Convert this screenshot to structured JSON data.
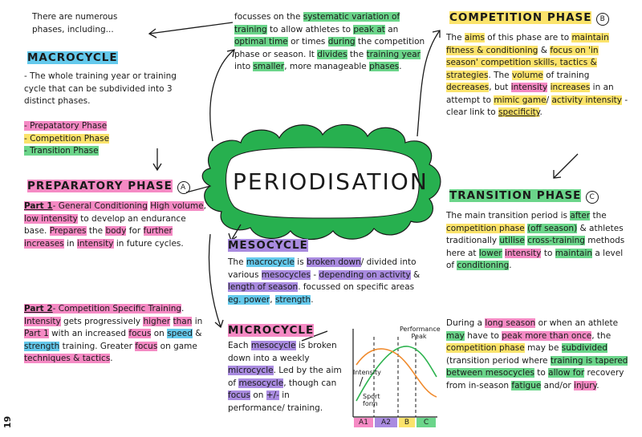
{
  "page_number": "19",
  "intro": "There are numerous phases, including...",
  "title": "PERIODISATION",
  "macrocycle": {
    "heading": "MACROCYCLE",
    "body": "- The whole training year or training cycle that can be subdivided into 3 distinct phases.",
    "phases": [
      "- Prepatatory Phase",
      "- Competition Phase",
      "- Transition Phase"
    ]
  },
  "top_center": {
    "line1_a": "focusses on the ",
    "line1_b": "systematic variation of training",
    "line1_c": " to allow athletes to ",
    "line1_d": "peak at",
    "line2_a": "an ",
    "line2_b": "optimal time",
    "line2_c": " or times ",
    "line2_d": "during",
    "line2_e": " the competition phase or season.",
    "line3_a": "It ",
    "line3_b": "divides",
    "line3_c": " the ",
    "line3_d": "training year",
    "line3_e": " into ",
    "line3_f": "smaller",
    "line3_g": ", more manageable ",
    "line3_h": "phases",
    "line3_i": "."
  },
  "preparatory": {
    "heading": "PREPARATORY PHASE",
    "badge": "A",
    "part1_label": "Part 1",
    "part1_a": "- General Conditioning",
    "part1_b": "High volume",
    "part1_c": ", ",
    "part1_d": "low intensity",
    "part1_e": " to develop an endurance base. ",
    "part1_f": "Prepares",
    "part1_g": " the ",
    "part1_h": "body",
    "part1_i": " for ",
    "part1_j": "further increases",
    "part1_k": " in ",
    "part1_l": "intensity",
    "part1_m": " in future cycles.",
    "part2_label": "Part 2",
    "part2_a": "- Competition Specific Training",
    "part2_b": ". ",
    "part2_c": "Intensity",
    "part2_d": " gets progressively ",
    "part2_e": "higher",
    "part2_f": " ",
    "part2_g": "than",
    "part2_h": " in ",
    "part2_i": "Part 1",
    "part2_j": " with an increased ",
    "part2_k": "focus",
    "part2_l": " on ",
    "part2_m": "speed",
    "part2_n": " & ",
    "part2_o": "strength",
    "part2_p": " training. Greater ",
    "part2_q": "focus",
    "part2_r": " on game ",
    "part2_s": "techniques & tactics",
    "part2_t": "."
  },
  "mesocycle": {
    "heading": "MESOCYCLE",
    "a": "The ",
    "b": "macrocycle",
    "c": " is ",
    "d": "broken down",
    "e": "/ divided into various ",
    "f": "mesocycles",
    "g": " - ",
    "h": "depending on activity",
    "i": " & ",
    "j": "length of season",
    "k": ". focussed on specific areas ",
    "l": "eg. power",
    "m": ", ",
    "n": "strength",
    "o": "."
  },
  "microcycle": {
    "heading": "MICROCYCLE",
    "a": "Each ",
    "b": "mesocycle",
    "c": " is broken down into a weekly ",
    "d": "microcycle",
    "e": ". Led by the aim of ",
    "f": "mesocycle",
    "g": ", though can ",
    "h": "focus",
    "i": " on ",
    "j": "+/-",
    "k": " in performance/ training."
  },
  "graph": {
    "peak_label": "Performance Peak",
    "intensity_label": "Intensity",
    "sport_form_label": "Sport form",
    "phase_labels": [
      "A1",
      "A2",
      "B",
      "C"
    ]
  },
  "competition": {
    "heading": "COMPETITION PHASE",
    "badge": "B",
    "a": "The ",
    "b": "aims",
    "c": " of this phase are to ",
    "d": "maintain fitness & conditioning",
    "e": " & ",
    "f": "focus on 'in season' competition skills, tactics & strategies",
    "g": ". The ",
    "h": "volume",
    "i": " of training ",
    "j": "decreases",
    "k": ", but ",
    "l": "intensity",
    "m": " ",
    "n": "increases",
    "o": " in an attempt to ",
    "p": "mimic game",
    "q": "/ ",
    "r": "activity intensity",
    "s": " - clear link to ",
    "t": "specificity",
    "u": "."
  },
  "transition": {
    "heading": "TRANSITION PHASE",
    "badge": "C",
    "a": "The main transition period is ",
    "b": "after",
    "c": " the ",
    "d": "competition phase",
    "e": " ",
    "f": "(off season)",
    "g": " & athletes traditionally ",
    "h": "utilise",
    "i": " ",
    "j": "cross-training",
    "k": " methods here at ",
    "l": "lower",
    "m": " ",
    "n": "intensity",
    "o": " to ",
    "p": "maintain",
    "q": " a level of ",
    "r": "conditioning",
    "s": ".",
    "p2_a": "During a ",
    "p2_b": "long season",
    "p2_c": " or when an athlete ",
    "p2_d": "may",
    "p2_e": " have to ",
    "p2_f": "peak more than once",
    "p2_g": ", the ",
    "p2_h": "competition phase",
    "p2_i": " may be ",
    "p2_j": "subdivided",
    "p2_k": " (transition period where ",
    "p2_l": "training is tapered between mesocycles",
    "p2_m": " to ",
    "p2_n": "allow for",
    "p2_o": " recovery from in-season ",
    "p2_p": "fatigue",
    "p2_q": " and/or ",
    "p2_r": "injury",
    "p2_s": "."
  },
  "colors": {
    "pink": "#f58ac4",
    "yellow": "#fbe36b",
    "green": "#6bd58a",
    "blue": "#64c9ec",
    "purple": "#a98be0",
    "cloud": "#27b04f"
  }
}
